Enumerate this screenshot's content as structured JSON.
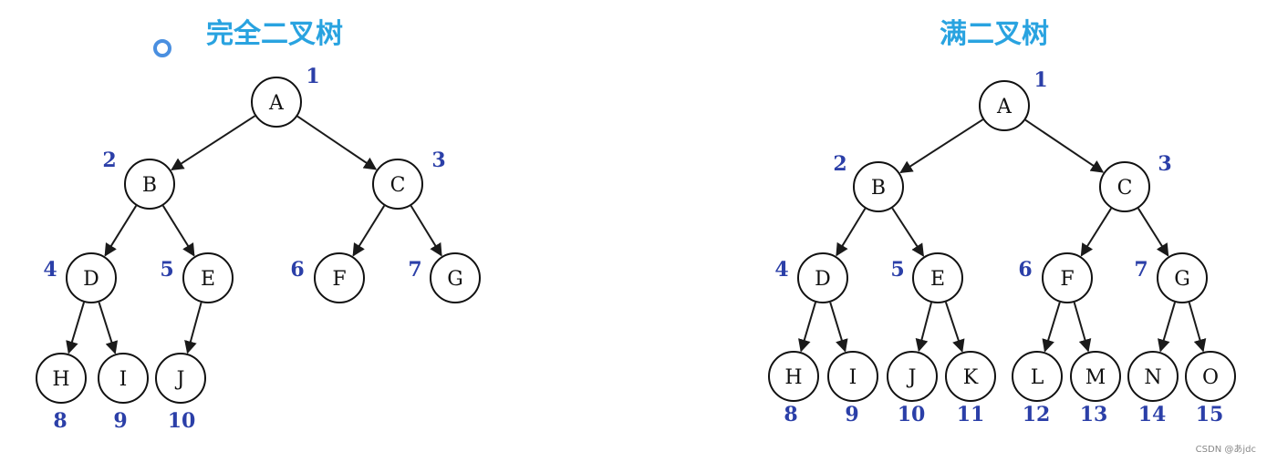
{
  "left_tree": {
    "title": "完全二叉树",
    "nodes": [
      {
        "id": "A",
        "label": "A",
        "num": "1"
      },
      {
        "id": "B",
        "label": "B",
        "num": "2"
      },
      {
        "id": "C",
        "label": "C",
        "num": "3"
      },
      {
        "id": "D",
        "label": "D",
        "num": "4"
      },
      {
        "id": "E",
        "label": "E",
        "num": "5"
      },
      {
        "id": "F",
        "label": "F",
        "num": "6"
      },
      {
        "id": "G",
        "label": "G",
        "num": "7"
      },
      {
        "id": "H",
        "label": "H",
        "num": "8"
      },
      {
        "id": "I",
        "label": "I",
        "num": "9"
      },
      {
        "id": "J",
        "label": "J",
        "num": "10"
      }
    ],
    "edges": [
      [
        "A",
        "B"
      ],
      [
        "A",
        "C"
      ],
      [
        "B",
        "D"
      ],
      [
        "B",
        "E"
      ],
      [
        "C",
        "F"
      ],
      [
        "C",
        "G"
      ],
      [
        "D",
        "H"
      ],
      [
        "D",
        "I"
      ],
      [
        "E",
        "J"
      ]
    ]
  },
  "right_tree": {
    "title": "满二叉树",
    "nodes": [
      {
        "id": "A",
        "label": "A",
        "num": "1"
      },
      {
        "id": "B",
        "label": "B",
        "num": "2"
      },
      {
        "id": "C",
        "label": "C",
        "num": "3"
      },
      {
        "id": "D",
        "label": "D",
        "num": "4"
      },
      {
        "id": "E",
        "label": "E",
        "num": "5"
      },
      {
        "id": "F",
        "label": "F",
        "num": "6"
      },
      {
        "id": "G",
        "label": "G",
        "num": "7"
      },
      {
        "id": "H",
        "label": "H",
        "num": "8"
      },
      {
        "id": "I",
        "label": "I",
        "num": "9"
      },
      {
        "id": "J",
        "label": "J",
        "num": "10"
      },
      {
        "id": "K",
        "label": "K",
        "num": "11"
      },
      {
        "id": "L",
        "label": "L",
        "num": "12"
      },
      {
        "id": "M",
        "label": "M",
        "num": "13"
      },
      {
        "id": "N",
        "label": "N",
        "num": "14"
      },
      {
        "id": "O",
        "label": "O",
        "num": "15"
      }
    ],
    "edges": [
      [
        "A",
        "B"
      ],
      [
        "A",
        "C"
      ],
      [
        "B",
        "D"
      ],
      [
        "B",
        "E"
      ],
      [
        "C",
        "F"
      ],
      [
        "C",
        "G"
      ],
      [
        "D",
        "H"
      ],
      [
        "D",
        "I"
      ],
      [
        "E",
        "J"
      ],
      [
        "E",
        "K"
      ],
      [
        "F",
        "L"
      ],
      [
        "F",
        "M"
      ],
      [
        "G",
        "N"
      ],
      [
        "G",
        "O"
      ]
    ]
  },
  "colors": {
    "title": "#29a3e0",
    "number": "#2b3fa8",
    "node_stroke": "#111111",
    "marker": "#4a8fe0"
  },
  "watermark": "CSDN @あjdc"
}
